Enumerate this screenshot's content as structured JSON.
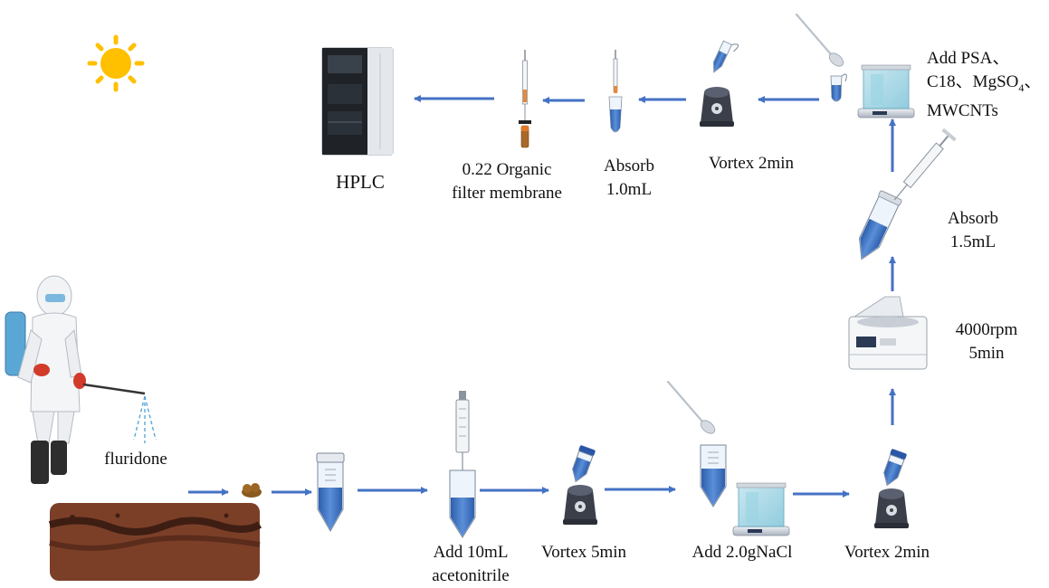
{
  "colors": {
    "arrow": "#4472c4",
    "liquid": "#3d72c2",
    "soil": "#7b3f28",
    "sun": "#ffc000"
  },
  "labels": {
    "fluridone": "fluridone",
    "add_acetonitrile": [
      "Add 10mL",
      "acetonitrile"
    ],
    "vortex_5min": "Vortex 5min",
    "add_nacl": "Add 2.0gNaCl",
    "vortex_2min_bottom": "Vortex 2min",
    "centrifuge": [
      "4000rpm",
      "5min"
    ],
    "absorb_1_5": [
      "Absorb",
      "1.5mL"
    ],
    "add_sorbents": [
      "Add PSA、",
      "C18、MgSO",
      "4",
      "、",
      "MWCNTs"
    ],
    "vortex_2min_top": "Vortex 2min",
    "absorb_1_0": [
      "Absorb",
      "1.0mL"
    ],
    "filter": [
      "0.22 Organic",
      "filter membrane"
    ],
    "hplc": "HPLC"
  }
}
